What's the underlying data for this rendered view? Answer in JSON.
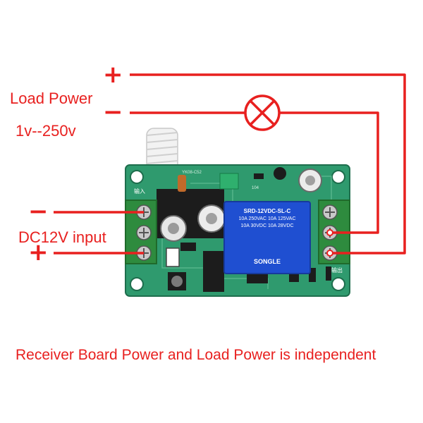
{
  "labels": {
    "load_power": "Load Power",
    "load_voltage": "1v--250v",
    "dc_input": "DC12V input",
    "caption": "Receiver Board Power and Load Power is independent"
  },
  "signs": {
    "load_plus": "+",
    "load_minus": "−",
    "dc_minus": "−",
    "dc_plus": "+"
  },
  "relay": {
    "lines": [
      "10A 250VAC 10A 125VAC",
      "10A 30VDC 10A 28VDC",
      "SRD-12VDC-SL-C"
    ],
    "brand": "SONGLE"
  },
  "board": {
    "model": "YK08-C52",
    "ic_label": "104",
    "left_terminal_label": "输入",
    "right_terminal_label": "输出"
  },
  "colors": {
    "wire": "#e8201f",
    "board": "#2f9a6e",
    "relay": "#1f4fd1",
    "terminal": "#2e8b3e"
  }
}
